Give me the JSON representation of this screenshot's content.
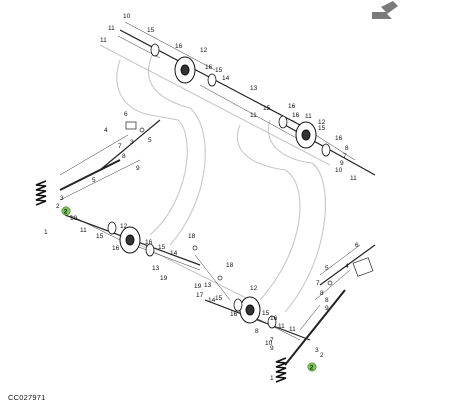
{
  "caption": "CC027971",
  "highlight_color": "#7cc35a",
  "nav_icon": "arrow-up-left-icon",
  "callouts": {
    "top_right_shaft": [
      "10",
      "11",
      "15",
      "16",
      "12",
      "16",
      "15",
      "14",
      "13",
      "15",
      "16",
      "11",
      "11"
    ],
    "upper_right": [
      "16",
      "11",
      "15",
      "16",
      "12",
      "8",
      "7",
      "9",
      "10",
      "11"
    ],
    "upper_left": [
      "6",
      "4",
      "5",
      "7",
      "8",
      "3",
      "9",
      "2",
      "1",
      "5",
      "3",
      "2"
    ],
    "lower_left": [
      "10",
      "11",
      "15",
      "16",
      "12",
      "16",
      "15",
      "14",
      "18",
      "19",
      "13"
    ],
    "lower_center": [
      "18",
      "17",
      "13",
      "19",
      "14",
      "15",
      "12",
      "16",
      "15",
      "16",
      "11",
      "11",
      "8",
      "7",
      "9",
      "10"
    ],
    "lower_right": [
      "6",
      "5",
      "4",
      "7",
      "8",
      "8",
      "9",
      "3",
      "2",
      "1"
    ]
  }
}
